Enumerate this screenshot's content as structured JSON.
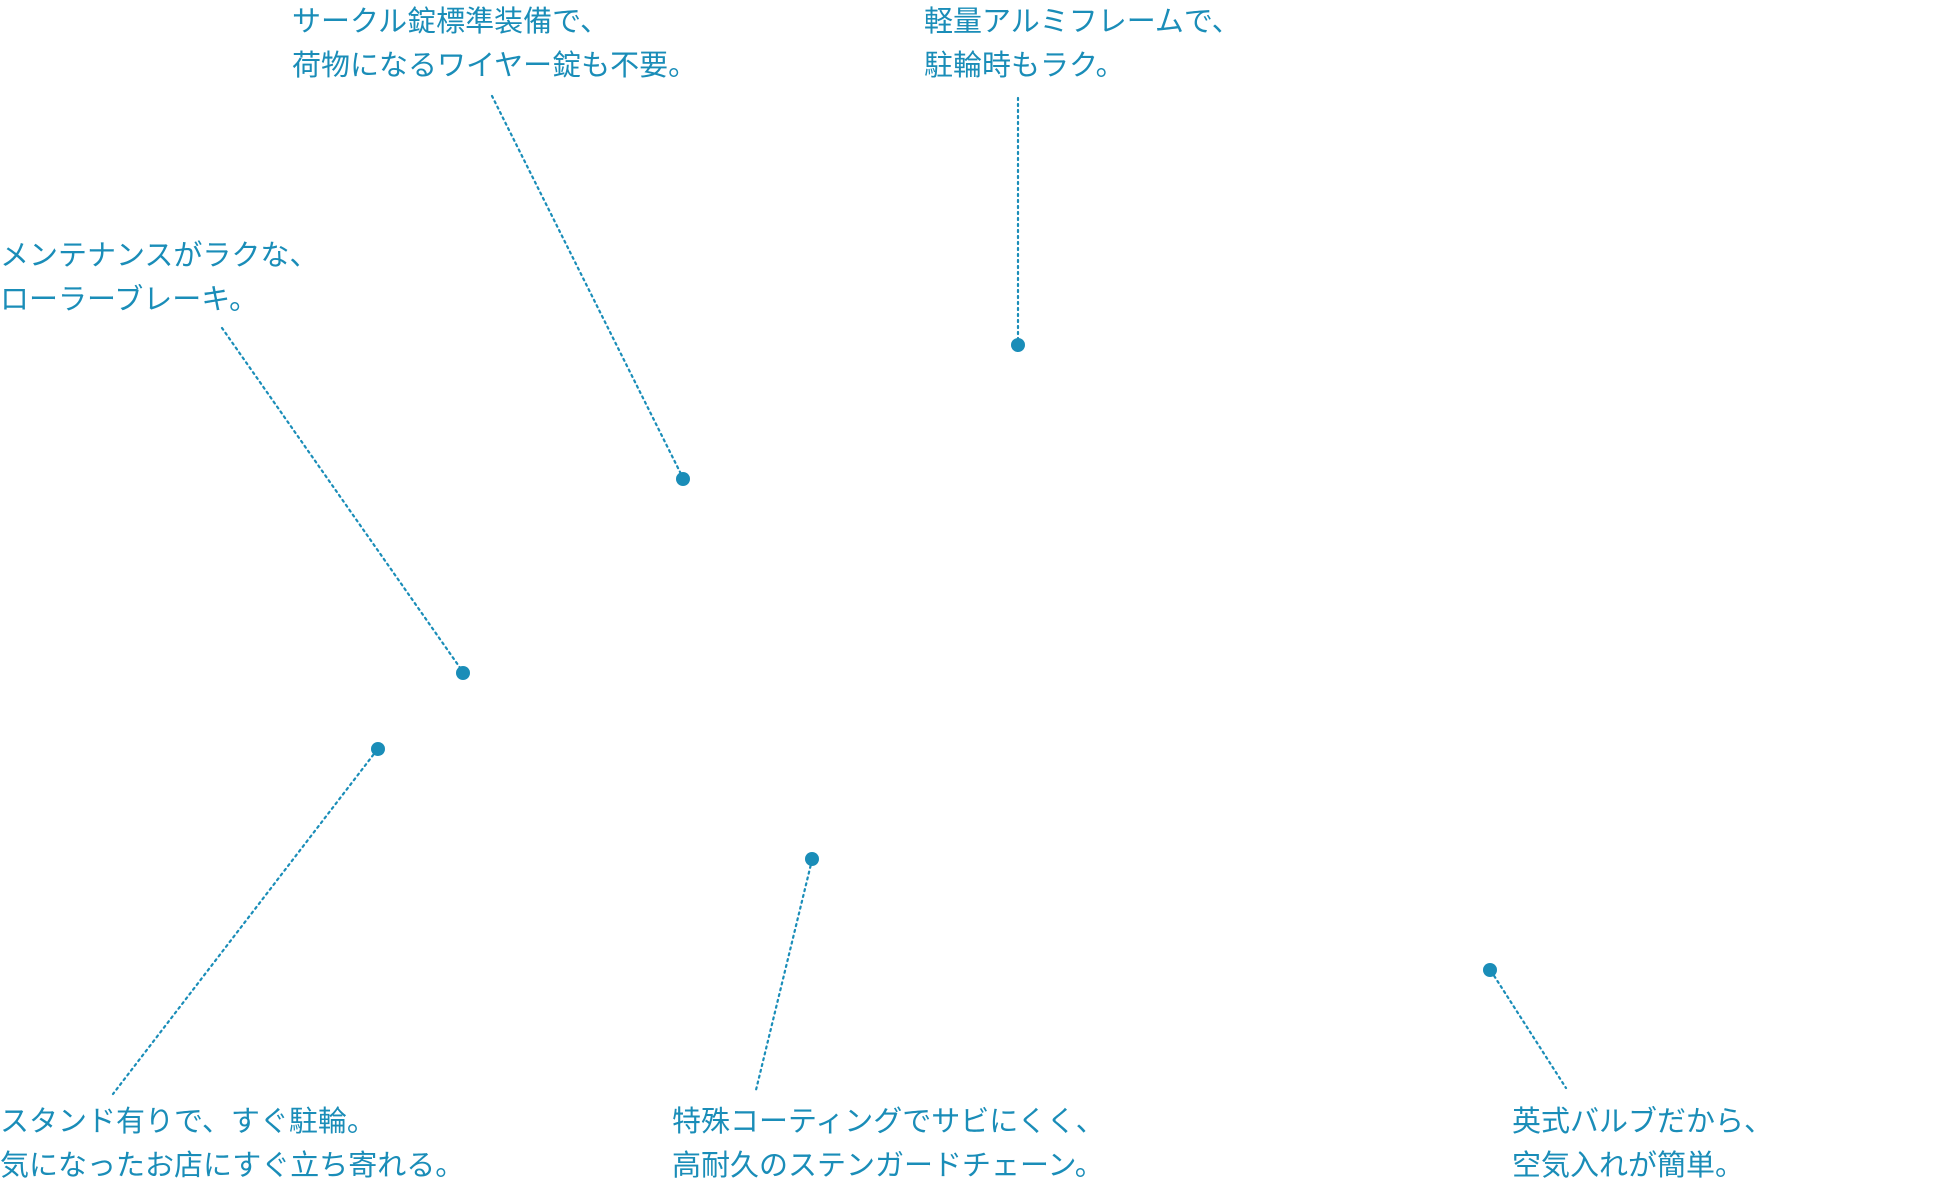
{
  "accent_color": "#1a8db8",
  "callouts": [
    {
      "id": "circle-lock",
      "lines": [
        "サークル錠標準装備で、",
        "荷物になるワイヤー錠も不要。"
      ]
    },
    {
      "id": "aluminum-frame",
      "lines": [
        "軽量アルミフレームで、",
        "駐輪時もラク。"
      ]
    },
    {
      "id": "roller-brake",
      "lines": [
        "メンテナンスがラクな、",
        "ローラーブレーキ。"
      ]
    },
    {
      "id": "kickstand",
      "lines": [
        "スタンド有りで、すぐ駐輪。",
        "気になったお店にすぐ立ち寄れる。"
      ]
    },
    {
      "id": "chain",
      "lines": [
        "特殊コーティングでサビにくく、",
        "高耐久のステンガードチェーン。"
      ]
    },
    {
      "id": "bulb-valve",
      "lines": [
        "英式バルブだから、",
        "空気入れが簡単。"
      ]
    }
  ]
}
